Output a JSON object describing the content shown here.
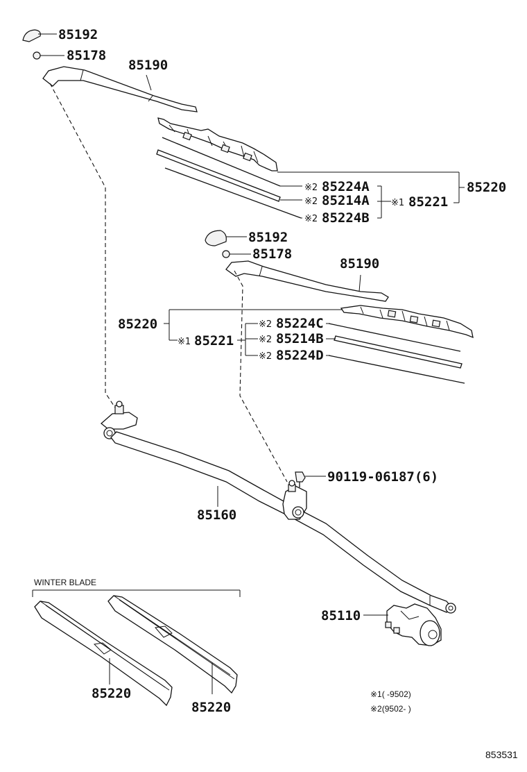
{
  "labels": {
    "cap_top": "85192",
    "nut_top": "85178",
    "arm_top": "85190",
    "blade_assy_top": "85220",
    "rubber_a": "85224A",
    "backing_a": "85214A",
    "rubber_b": "85224B",
    "refill_top": "85221",
    "cap_mid": "85192",
    "nut_mid": "85178",
    "arm_mid": "85190",
    "blade_assy_mid": "85220",
    "refill_mid": "85221",
    "rubber_c": "85224C",
    "backing_b": "85214B",
    "rubber_d": "85224D",
    "bolt": "90119-06187(6)",
    "link": "85160",
    "motor": "85110",
    "winter_blade_1": "85220",
    "winter_blade_2": "85220"
  },
  "marks": {
    "note1": "※1",
    "note2": "※2"
  },
  "section": {
    "winter_blade": "WINTER BLADE"
  },
  "legend": {
    "note1_text": "※1(        -9502)",
    "note2_text": "※2(9502-        )"
  },
  "diagram_code": "853531"
}
